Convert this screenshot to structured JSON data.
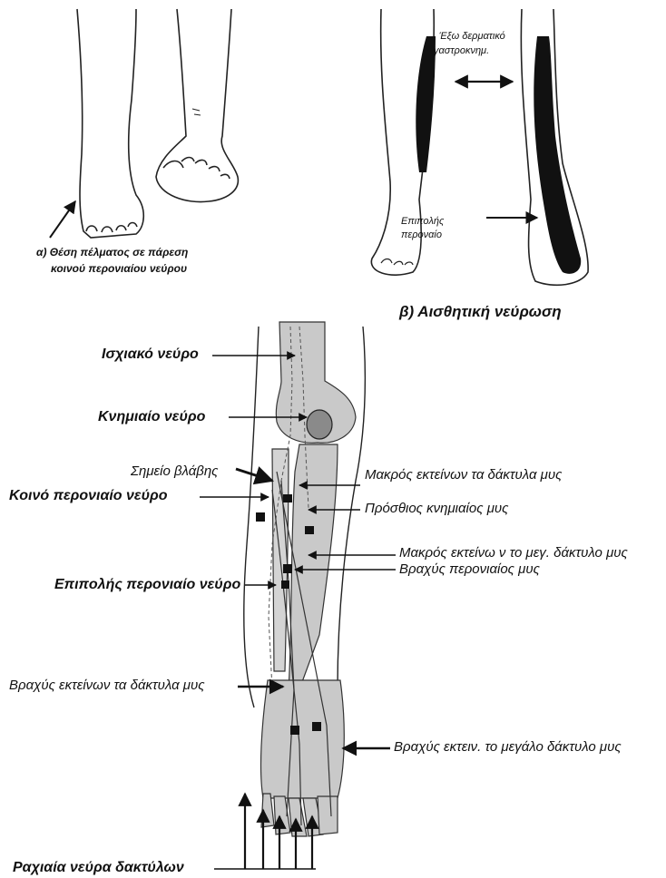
{
  "panel_a": {
    "caption_line1": "α)  Θέση πέλματος σε πάρεση",
    "caption_line2": "κοινού περονιαίου νεύρου"
  },
  "panel_b": {
    "caption": "β)  Αισθητική νεύρωση",
    "label_lateral_cutaneous_line1": "Έξω δερματικό",
    "label_lateral_cutaneous_line2": "γαστροκνημ.",
    "label_superficial_line1": "Επιπολής",
    "label_superficial_line2": "περοναίο"
  },
  "panel_c": {
    "sciatic": "Ισχιακό νεύρο",
    "tibial": "Κνημιαίο νεύρο",
    "lesion_point": "Σημείο βλάβης",
    "common_peroneal": "Κοινό  περονιαίο  νεύρο",
    "superficial_peroneal": "Επιπολής περονιαίο νεύρο",
    "extensor_brevis": "Βραχύς εκτείνων τα δάκτυλα μυς",
    "digital_nerves": "Ραχιαία νεύρα δακτύλων",
    "extensor_digitorum_longus": "Μακρός εκτείνων τα δάκτυλα μυς",
    "tibialis_anterior": "Πρόσθιος κνημιαίος μυς",
    "extensor_hallucis_longus": "Μακρός εκτείνω ν το μεγ. δάκτυλο μυς",
    "peroneus_brevis": "Βραχύς περονιαίος μυς",
    "extensor_hallucis_brevis": "Βραχύς εκτειν. το μεγάλο δάκτυλο μυς"
  }
}
